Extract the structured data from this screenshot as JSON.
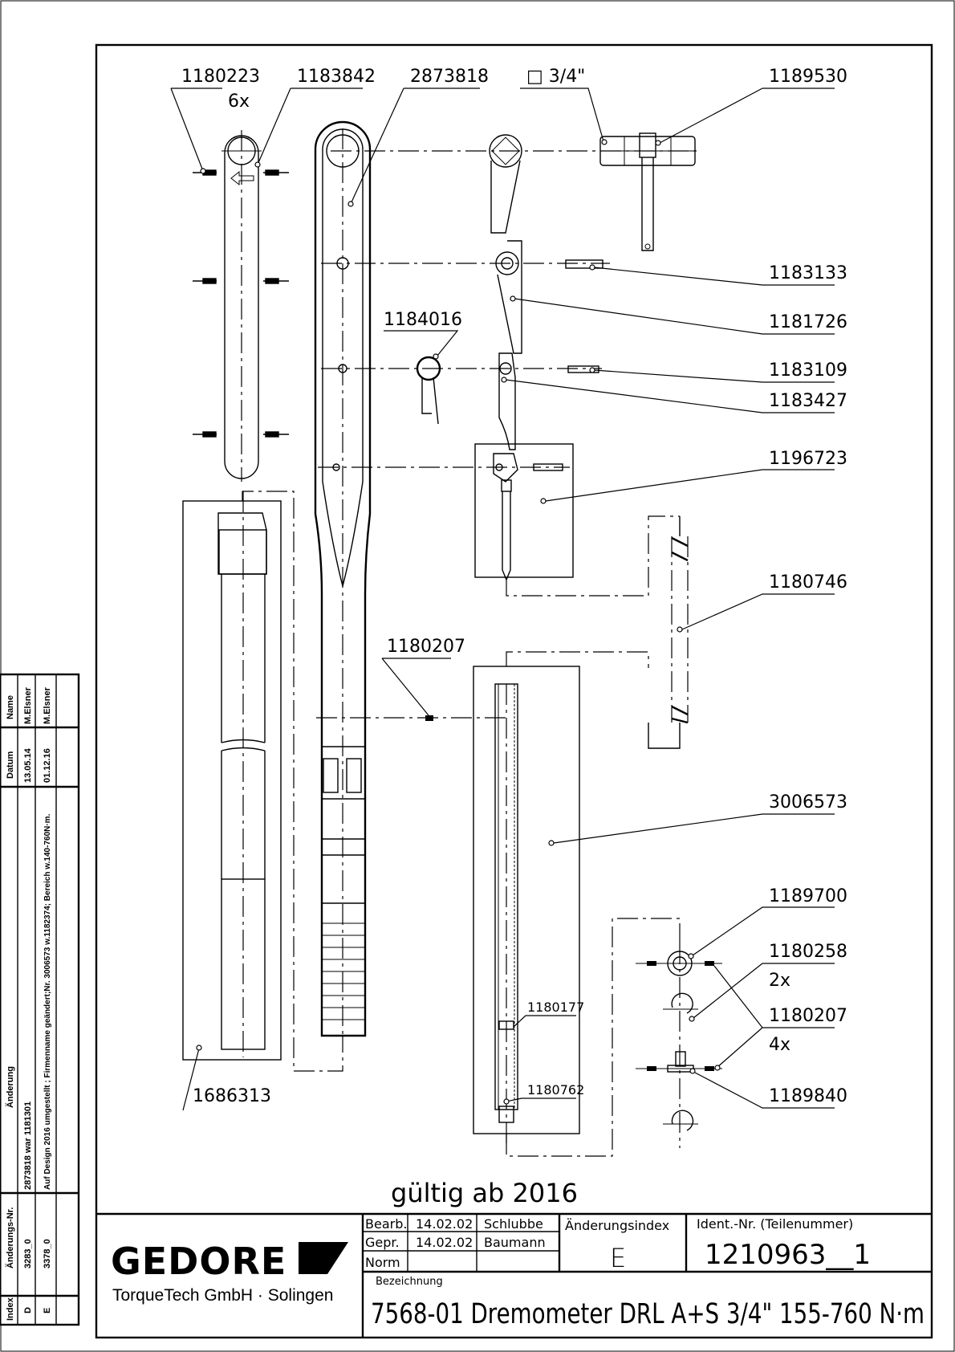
{
  "drawing": {
    "validity_note": "gültig ab 2016",
    "part_labels": {
      "p1180223": "1180223",
      "p1180223_qty": "6x",
      "p1183842": "1183842",
      "p2873818": "2873818",
      "square_drive": "□ 3/4\"",
      "p1189530": "1189530",
      "p1183133": "1183133",
      "p1181726": "1181726",
      "p1184016": "1184016",
      "p1183109": "1183109",
      "p1183427": "1183427",
      "p1196723": "1196723",
      "p1180746": "1180746",
      "p1180207_mid": "1180207",
      "p3006573": "3006573",
      "p1189700": "1189700",
      "p1180258": "1180258",
      "p1180258_qty": "2x",
      "p1180207": "1180207",
      "p1180207_qty": "4x",
      "p1189840": "1189840",
      "p1180177": "1180177",
      "p1180762": "1180762",
      "p1686313": "1686313"
    }
  },
  "title_block": {
    "company_logo": "GEDORE",
    "company_name": "TorqueTech GmbH · Solingen",
    "bearb_label": "Bearb.",
    "bearb_date": "14.02.02",
    "bearb_name": "Schlubbe",
    "gepr_label": "Gepr.",
    "gepr_date": "14.02.02",
    "gepr_name": "Baumann",
    "norm_label": "Norm",
    "change_index_label": "Änderungsindex",
    "change_index_value": "E",
    "ident_label": "Ident.-Nr.  (Teilenummer)",
    "ident_value": "1210963__1",
    "designation_label": "Bezeichnung",
    "designation_value": "7568-01 Dremometer DRL A+S 3/4\"  155-760 N·m"
  },
  "revision_table": {
    "headers": {
      "index": "Index",
      "change_no": "Änderungs-Nr.",
      "change": "Änderung",
      "date": "Datum",
      "name": "Name"
    },
    "rows": [
      {
        "index": "D",
        "change_no": "3283_0",
        "change": "2873818 war 1181301",
        "date": "13.05.14",
        "name": "M.Elsner"
      },
      {
        "index": "E",
        "change_no": "3378_0",
        "change": "Auf Design 2016 umgestellt ; Firmenname geändert;Nr. 3006573 w.1182374; Bereich w.140-760N·m.",
        "date": "01.12.16",
        "name": "M.Elsner"
      }
    ]
  }
}
